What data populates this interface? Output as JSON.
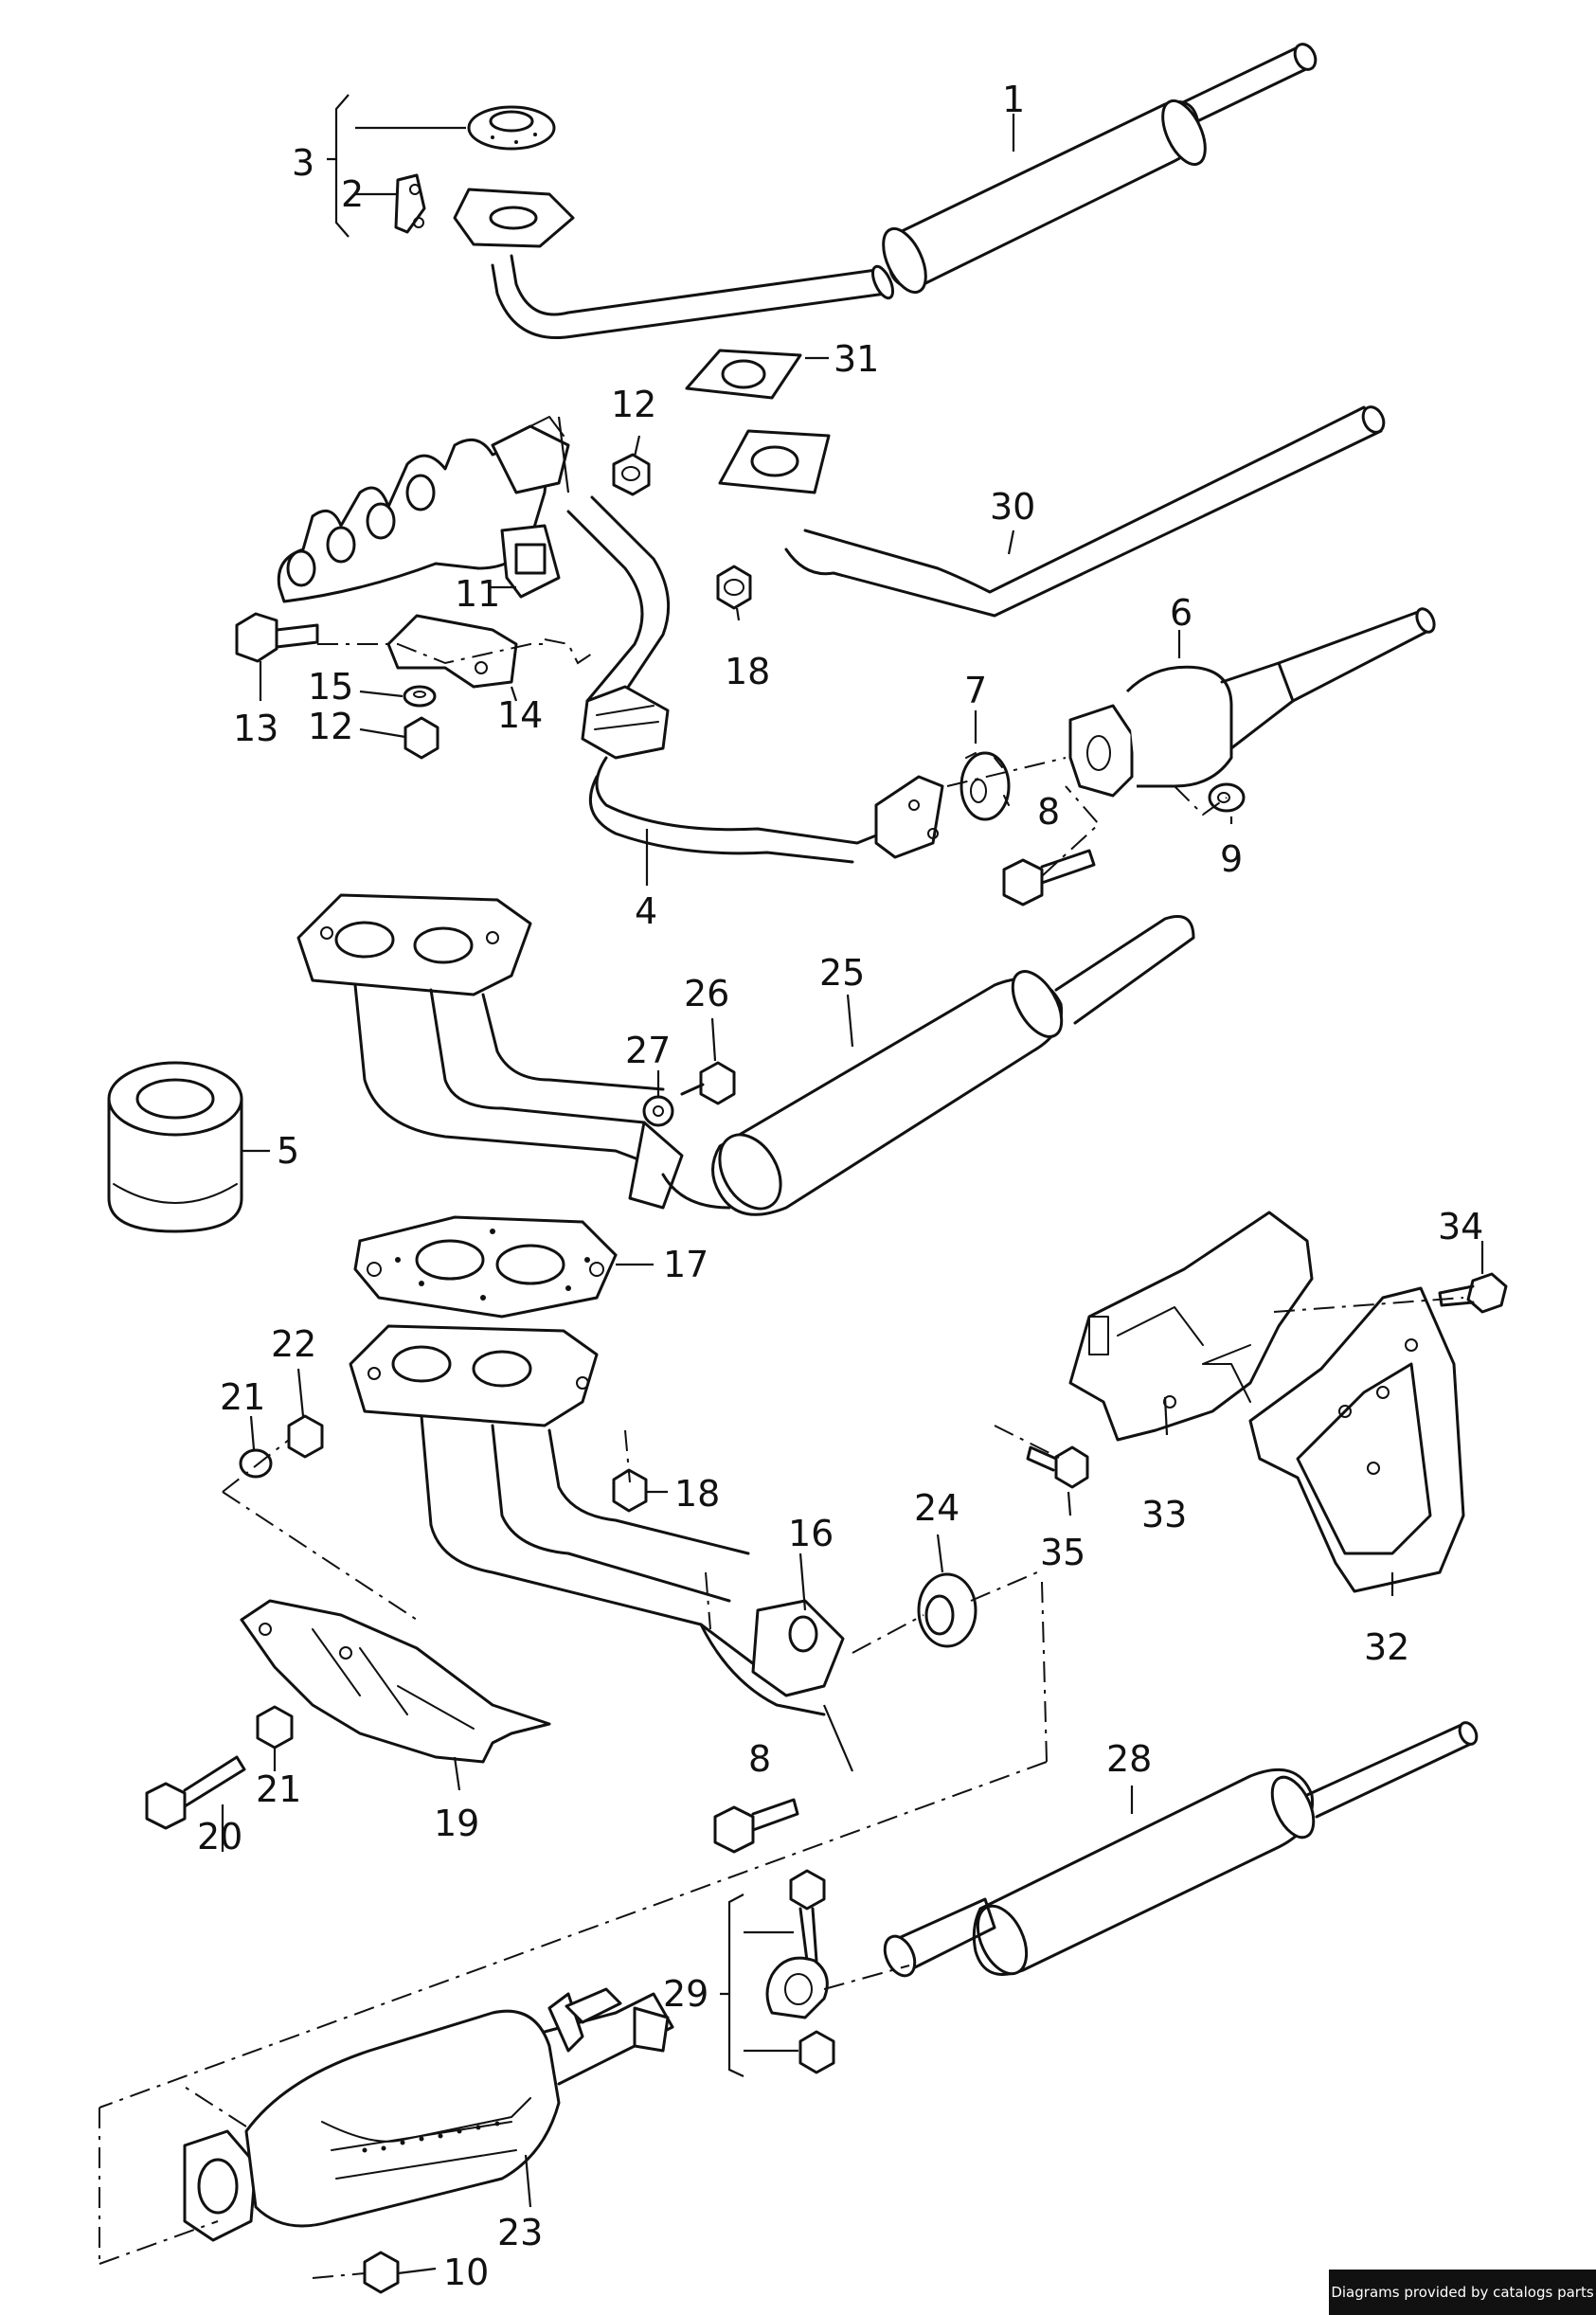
{
  "credit": "Diagrams provided by catalogs parts",
  "callouts": [
    {
      "label": "1"
    },
    {
      "label": "2"
    },
    {
      "label": "3"
    },
    {
      "label": "4"
    },
    {
      "label": "5"
    },
    {
      "label": "6"
    },
    {
      "label": "7"
    },
    {
      "label": "8"
    },
    {
      "label": "9"
    },
    {
      "label": "10"
    },
    {
      "label": "11"
    },
    {
      "label": "12"
    },
    {
      "label": "13"
    },
    {
      "label": "14"
    },
    {
      "label": "15"
    },
    {
      "label": "12"
    },
    {
      "label": "16"
    },
    {
      "label": "17"
    },
    {
      "label": "18"
    },
    {
      "label": "18"
    },
    {
      "label": "19"
    },
    {
      "label": "20"
    },
    {
      "label": "21"
    },
    {
      "label": "21"
    },
    {
      "label": "22"
    },
    {
      "label": "23"
    },
    {
      "label": "24"
    },
    {
      "label": "25"
    },
    {
      "label": "26"
    },
    {
      "label": "27"
    },
    {
      "label": "28"
    },
    {
      "label": "29"
    },
    {
      "label": "30"
    },
    {
      "label": "31"
    },
    {
      "label": "32"
    },
    {
      "label": "33"
    },
    {
      "label": "34"
    },
    {
      "label": "35"
    },
    {
      "label": "8"
    }
  ]
}
